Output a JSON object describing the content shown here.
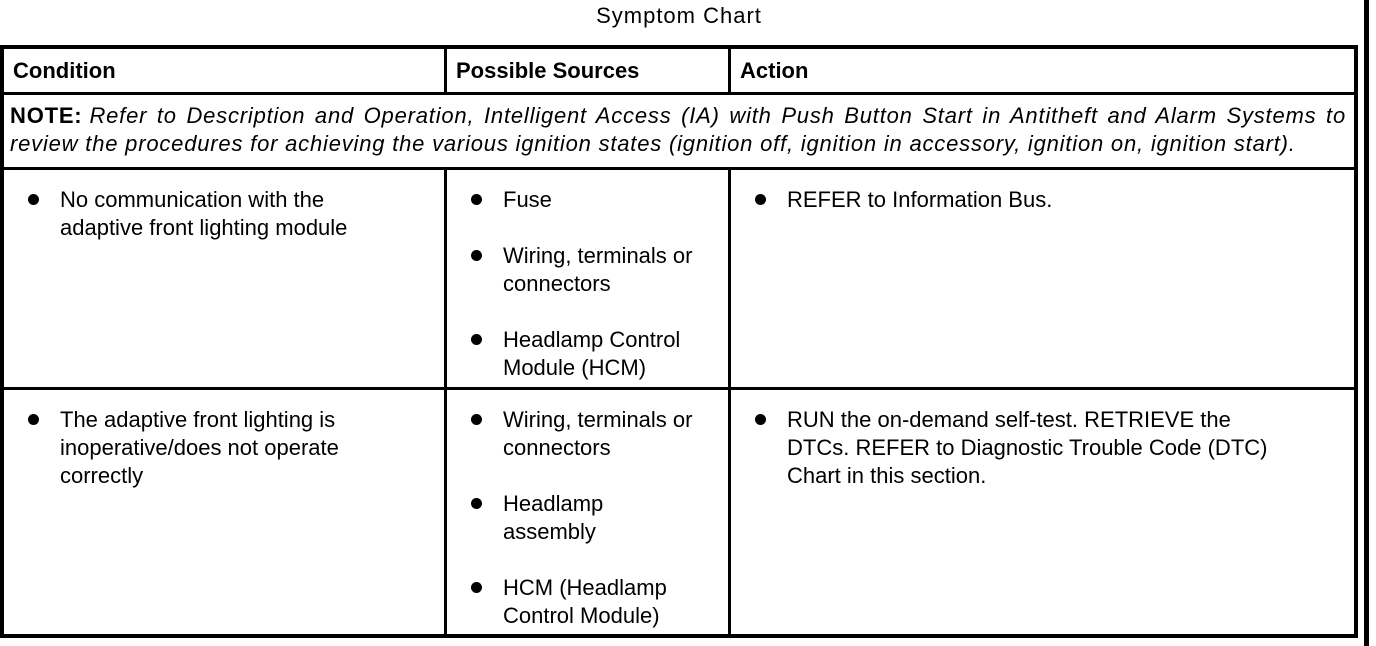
{
  "page": {
    "title": "Symptom Chart"
  },
  "table": {
    "headers": [
      "Condition",
      "Possible Sources",
      "Action"
    ],
    "note": {
      "label": "NOTE:",
      "text": "Refer to Description and Operation, Intelligent Access (IA) with Push Button Start in Antitheft and Alarm Systems to review the procedures for achieving the various ignition states (ignition off, ignition in accessory, ignition on, ignition start)."
    },
    "rows": [
      {
        "condition": [
          "No communication with the adaptive front lighting module"
        ],
        "possible_sources": [
          "Fuse",
          "Wiring, terminals or connectors",
          "Headlamp Control Module (HCM)"
        ],
        "action": [
          "REFER to Information Bus."
        ]
      },
      {
        "condition": [
          "The adaptive front lighting is inoperative/does not operate correctly"
        ],
        "possible_sources": [
          "Wiring, terminals or connectors",
          "Headlamp assembly",
          "HCM (Headlamp Control Module)"
        ],
        "action": [
          "RUN the on-demand self-test. RETRIEVE the DTCs. REFER to Diagnostic Trouble Code (DTC) Chart in this section."
        ]
      }
    ]
  },
  "colors": {
    "ink": "#000000",
    "paper": "#ffffff"
  }
}
